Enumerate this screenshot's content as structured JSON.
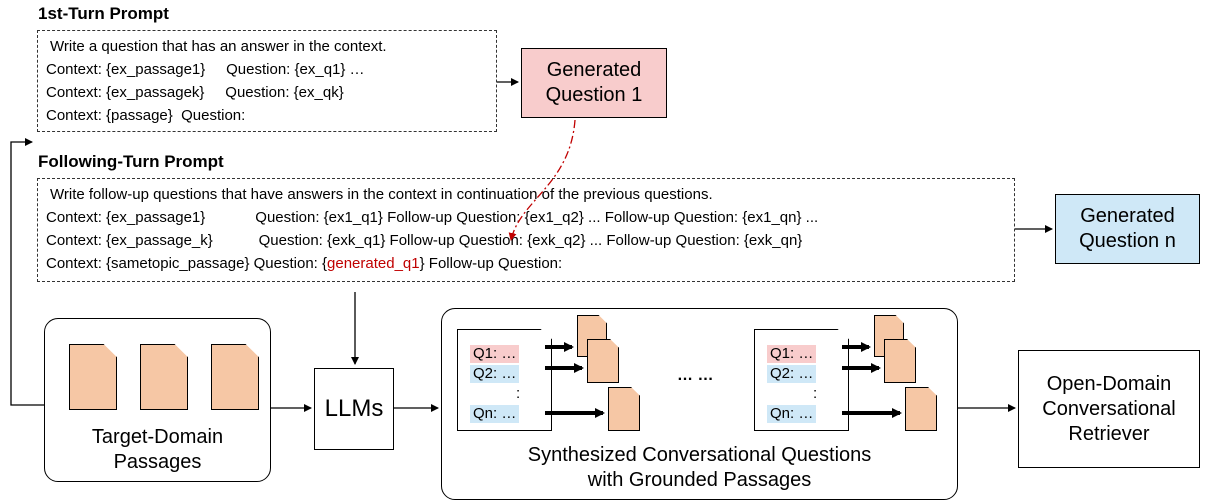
{
  "first_turn": {
    "heading": "1st-Turn Prompt",
    "lines": [
      "Write a question that has an answer in the context.",
      "Context: {ex_passage1}     Question: {ex_q1} …",
      "Context: {ex_passagek}     Question: {ex_qk}",
      "Context: {passage}  Question:"
    ]
  },
  "generated_q1": "Generated Question 1",
  "generated_q1_lines": [
    "Generated",
    "Question 1"
  ],
  "following_turn": {
    "heading": "Following-Turn Prompt",
    "line1": "Write follow-up questions that have answers in the context in continuation of the previous questions.",
    "line2": "Context: {ex_passage1}            Question: {ex1_q1} Follow-up Question: {ex1_q2} ... Follow-up Question: {ex1_qn} ...",
    "line3": "Context: {ex_passage_k}           Question: {exk_q1} Follow-up Question: {exk_q2} ... Follow-up Question: {exk_qn}",
    "line4_prefix": "Context: {sametopic_passage} Question: {",
    "line4_highlight": "generated_q1",
    "line4_suffix": "} Follow-up Question:"
  },
  "generated_qn_lines": [
    "Generated",
    "Question n"
  ],
  "passages_label_lines": [
    "Target-Domain",
    "Passages"
  ],
  "llms_label": "LLMs",
  "synth_label_lines": [
    "Synthesized Conversational Questions",
    "with Grounded Passages"
  ],
  "qcard_rows": [
    "Q1: …",
    "Q2: …",
    ":",
    "Qn: …"
  ],
  "ellipsis": "… …",
  "retriever_lines": [
    "Open-Domain",
    "Conversational",
    "Retriever"
  ],
  "colors": {
    "passage_fill": "#f6c7a5",
    "q1_fill": "#f8cccc",
    "qn_fill": "#cfe8f7",
    "highlight": "#c00000"
  }
}
